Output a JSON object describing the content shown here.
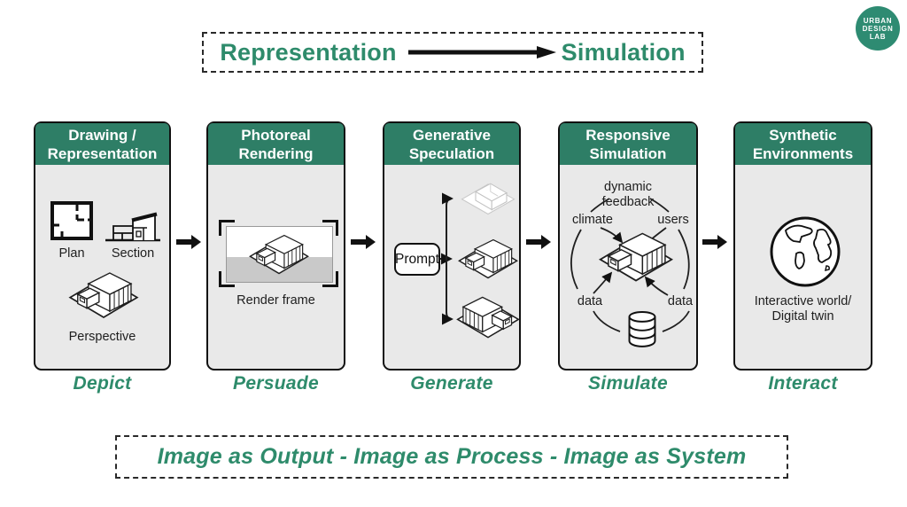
{
  "title_banner": {
    "left": "Representation",
    "right": "Simulation"
  },
  "logo": {
    "line1": "URBAN",
    "line2": "DESIGN",
    "line3": "LAB"
  },
  "cards": [
    {
      "title1": "Drawing /",
      "title2": "Representation",
      "caption": "Depict",
      "plan_label": "Plan",
      "section_label": "Section",
      "perspective_label": "Perspective"
    },
    {
      "title1": "Photoreal",
      "title2": "Rendering",
      "caption": "Persuade",
      "frame_label": "Render frame"
    },
    {
      "title1": "Generative",
      "title2": "Speculation",
      "caption": "Generate",
      "prompt_label": "Prompt"
    },
    {
      "title1": "Responsive",
      "title2": "Simulation",
      "caption": "Simulate",
      "feedback_label1": "dynamic",
      "feedback_label2": "feedback",
      "climate_label": "climate",
      "users_label": "users",
      "data_left_label": "data",
      "data_right_label": "data"
    },
    {
      "title1": "Synthetic",
      "title2": "Environments",
      "caption": "Interact",
      "globe_label1": "Interactive world/",
      "globe_label2": "Digital twin"
    }
  ],
  "footer": {
    "text": "Image as Output - Image as Process - Image as System"
  },
  "colors": {
    "text_green": "#2e8b6b",
    "header_green": "#2e7e66",
    "card_bg": "#e9e9e9",
    "arrow_black": "#111111"
  }
}
